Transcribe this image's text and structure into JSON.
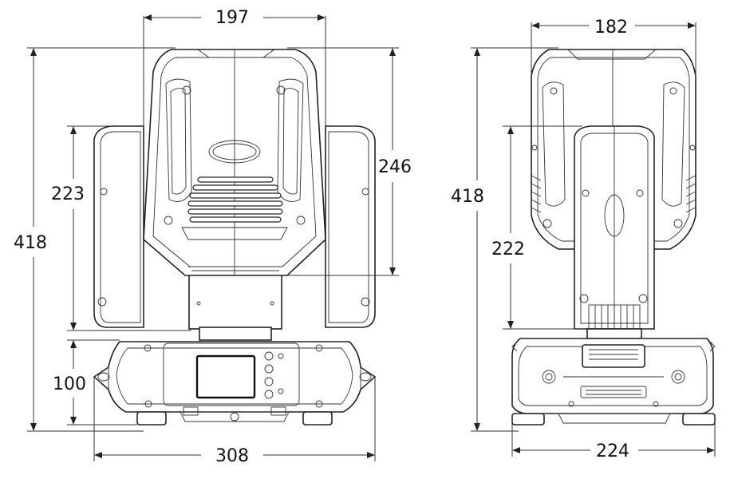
{
  "front_view": {
    "dims": {
      "head_width": "197",
      "head_height": "246",
      "yoke_height": "223",
      "total_height": "418",
      "base_height": "100",
      "base_width": "308"
    }
  },
  "side_view": {
    "dims": {
      "head_depth": "182",
      "total_height": "418",
      "yoke_height": "222",
      "base_depth": "224"
    }
  }
}
